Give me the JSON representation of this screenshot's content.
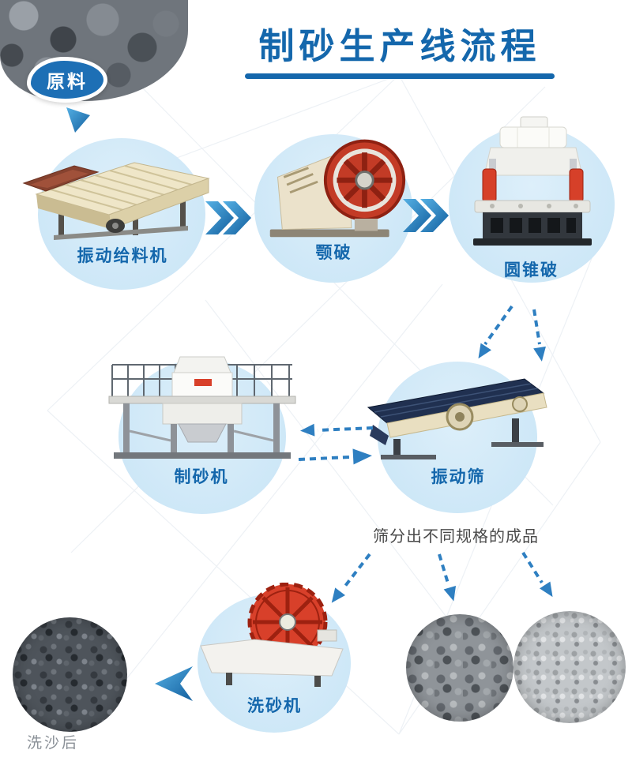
{
  "page": {
    "title": "制砂生产线流程",
    "raw_material_label": "原料",
    "screen_note": "筛分出不同规格的成品",
    "washed_caption": "洗沙后"
  },
  "stages": {
    "feeder": {
      "label": "振动给料机"
    },
    "jaw": {
      "label": "颚破"
    },
    "cone": {
      "label": "圆锥破"
    },
    "sand_maker": {
      "label": "制砂机"
    },
    "screen": {
      "label": "振动筛"
    },
    "washer": {
      "label": "洗砂机"
    }
  },
  "colors": {
    "title_blue": "#1467ac",
    "label_blue": "#1467ac",
    "arrow_blue": "#2e7fc1",
    "ellipse_blue": "#cde7f7",
    "accent_red": "#d8402a",
    "note_gray": "#4a4a4a",
    "caption_gray": "#8a9097",
    "raw_blob_blue": "#1d6fb5"
  }
}
